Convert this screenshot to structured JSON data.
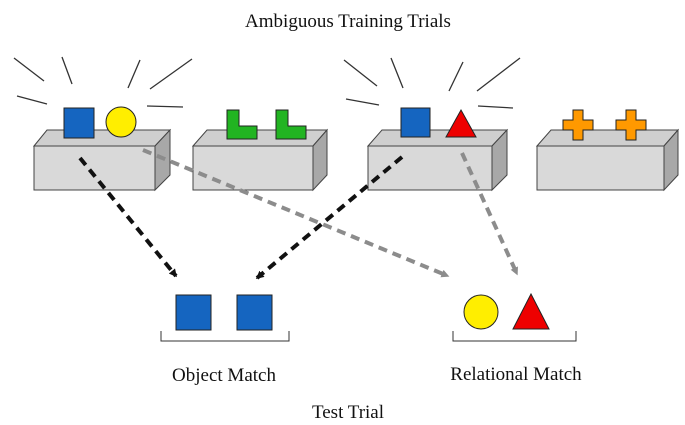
{
  "title": "Ambiguous Training Trials",
  "test_label": "Test Trial",
  "object_match_label": "Object Match",
  "relational_match_label": "Relational Match",
  "colors": {
    "blue": "#1565c0",
    "yellow": "#ffee00",
    "green": "#22b422",
    "red": "#ee0000",
    "orange": "#ff9900",
    "box_front": "#d9d9d9",
    "box_top": "#cfcfcf",
    "box_side": "#a8a8a8",
    "black_arrow": "#111111",
    "gray_arrow": "#8c8c8c"
  },
  "training_trials": [
    {
      "objects": [
        "blue-square",
        "yellow-circle"
      ],
      "highlighted": true
    },
    {
      "objects": [
        "green-L-shape",
        "green-L-shape"
      ],
      "highlighted": false
    },
    {
      "objects": [
        "blue-square",
        "red-triangle"
      ],
      "highlighted": true
    },
    {
      "objects": [
        "orange-cross",
        "orange-cross"
      ],
      "highlighted": false
    }
  ],
  "test_choices": {
    "object_match": [
      "blue-square",
      "blue-square"
    ],
    "relational_match": [
      "yellow-circle",
      "red-triangle"
    ]
  }
}
